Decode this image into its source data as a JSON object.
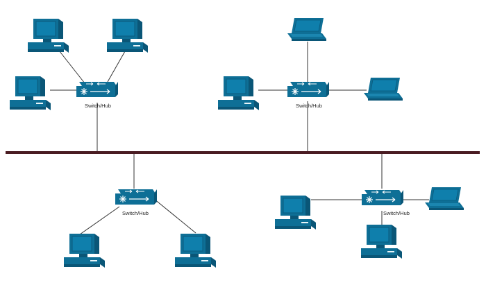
{
  "colors": {
    "device": "#0e6f96",
    "device_dark": "#0a5677",
    "screen": "#0f7fac",
    "link": "#333333",
    "backbone": "#4a1c22"
  },
  "devices": {
    "hub_label": "Switch/Hub",
    "pc_icon": "desktop-computer-icon",
    "laptop_icon": "laptop-icon",
    "hub_icon": "switch-hub-icon"
  },
  "segments": [
    {
      "id": "top-left",
      "hub": "Switch/Hub",
      "nodes": [
        "desktop",
        "desktop",
        "desktop"
      ]
    },
    {
      "id": "top-right",
      "hub": "Switch/Hub",
      "nodes": [
        "laptop",
        "desktop",
        "laptop"
      ]
    },
    {
      "id": "bottom-left",
      "hub": "Switch/Hub",
      "nodes": [
        "desktop",
        "desktop"
      ]
    },
    {
      "id": "bottom-right",
      "hub": "Switch/Hub",
      "nodes": [
        "desktop",
        "laptop",
        "desktop"
      ]
    }
  ]
}
